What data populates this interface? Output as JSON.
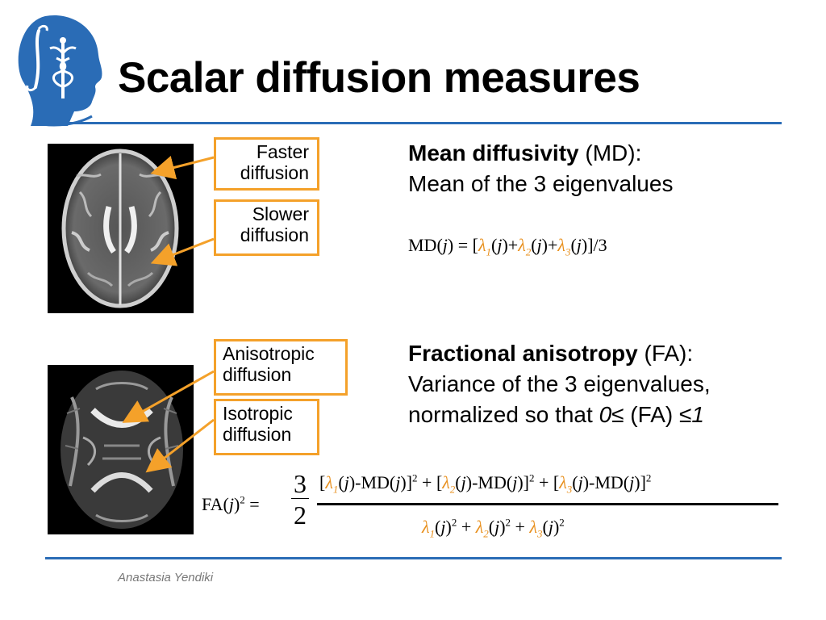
{
  "slide": {
    "title": "Scalar diffusion measures",
    "author": "Anastasia Yendiki",
    "accent_color": "#2a6cb6",
    "callout_color": "#f4a12a",
    "lambda_color": "#e8901e"
  },
  "logo": {
    "icon": "head-profile-caduceus-icon"
  },
  "callouts": {
    "faster": [
      "Faster",
      "diffusion"
    ],
    "slower": [
      "Slower",
      "diffusion"
    ],
    "anisotropic": [
      "Anisotropic",
      "diffusion"
    ],
    "isotropic": [
      "Isotropic",
      "diffusion"
    ]
  },
  "md": {
    "heading_bold": "Mean diffusivity",
    "heading_rest": " (MD):",
    "description": "Mean of the 3 eigenvalues",
    "formula": {
      "lhs": "MD(j) = [",
      "terms": [
        "λ1(j)",
        "λ2(j)",
        "λ3(j)"
      ],
      "tail": "]/3"
    }
  },
  "fa": {
    "heading_bold": "Fractional anisotropy",
    "heading_rest": " (FA):",
    "line2": "Variance of the 3 eigenvalues,",
    "line3_prefix": "normalized so that ",
    "line3_zero": "0",
    "line3_mid": " (FA) ",
    "line3_one": "1",
    "formula": {
      "lhs": "FA(j)² =",
      "coef_num": "3",
      "coef_den": "2",
      "numerator": "[λ1(j)-MD(j)]² + [λ2(j)-MD(j)]² + [λ3(j)-MD(j)]²",
      "denominator": "λ1(j)² + λ2(j)² + λ3(j)²"
    }
  }
}
